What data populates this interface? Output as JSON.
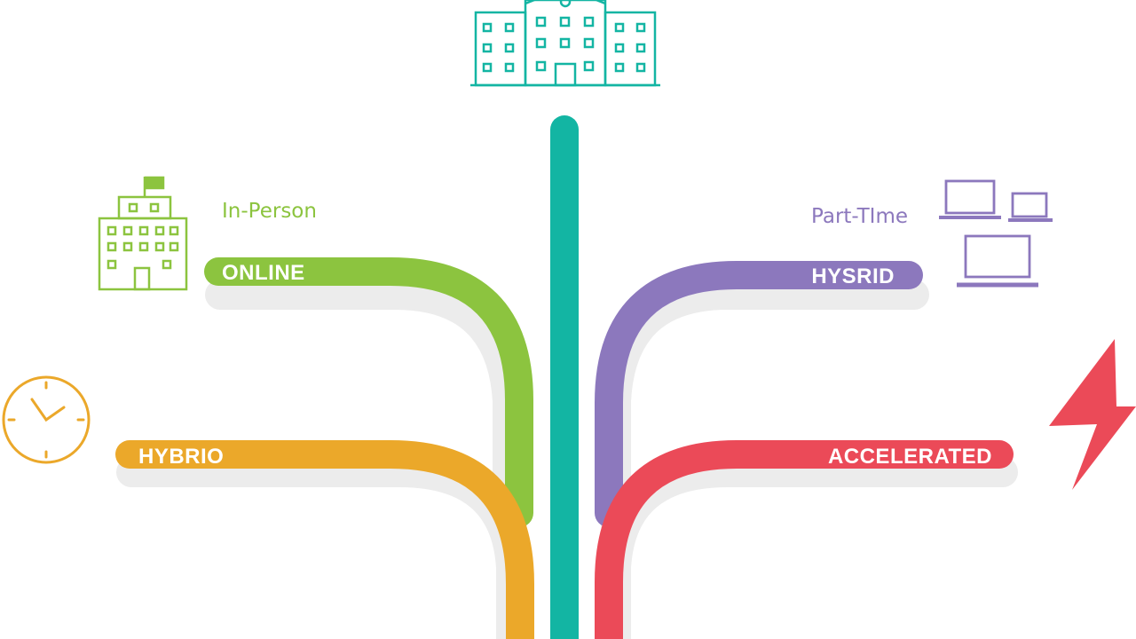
{
  "colors": {
    "trunk": "#13b5a3",
    "online": "#8cc43f",
    "hybrid_left": "#eba82a",
    "hybrid_right": "#8c78bd",
    "accelerated": "#eb4a58",
    "label_text": "#ffffff",
    "shadow": "#e9e9e9"
  },
  "icons": {
    "top": "university-building-icon",
    "left_upper": "school-building-icon",
    "left_lower": "clock-icon",
    "right_upper": "laptops-icon",
    "right_lower": "lightning-bolt-icon"
  },
  "branches": [
    {
      "id": "online",
      "label": "ONLINE",
      "caption": "In-Person"
    },
    {
      "id": "hybrio",
      "label": "HYBRIO"
    },
    {
      "id": "hysrid",
      "label": "HYSRID",
      "caption": "Part-TIme"
    },
    {
      "id": "accelerated",
      "label": "ACCELERATED"
    }
  ]
}
